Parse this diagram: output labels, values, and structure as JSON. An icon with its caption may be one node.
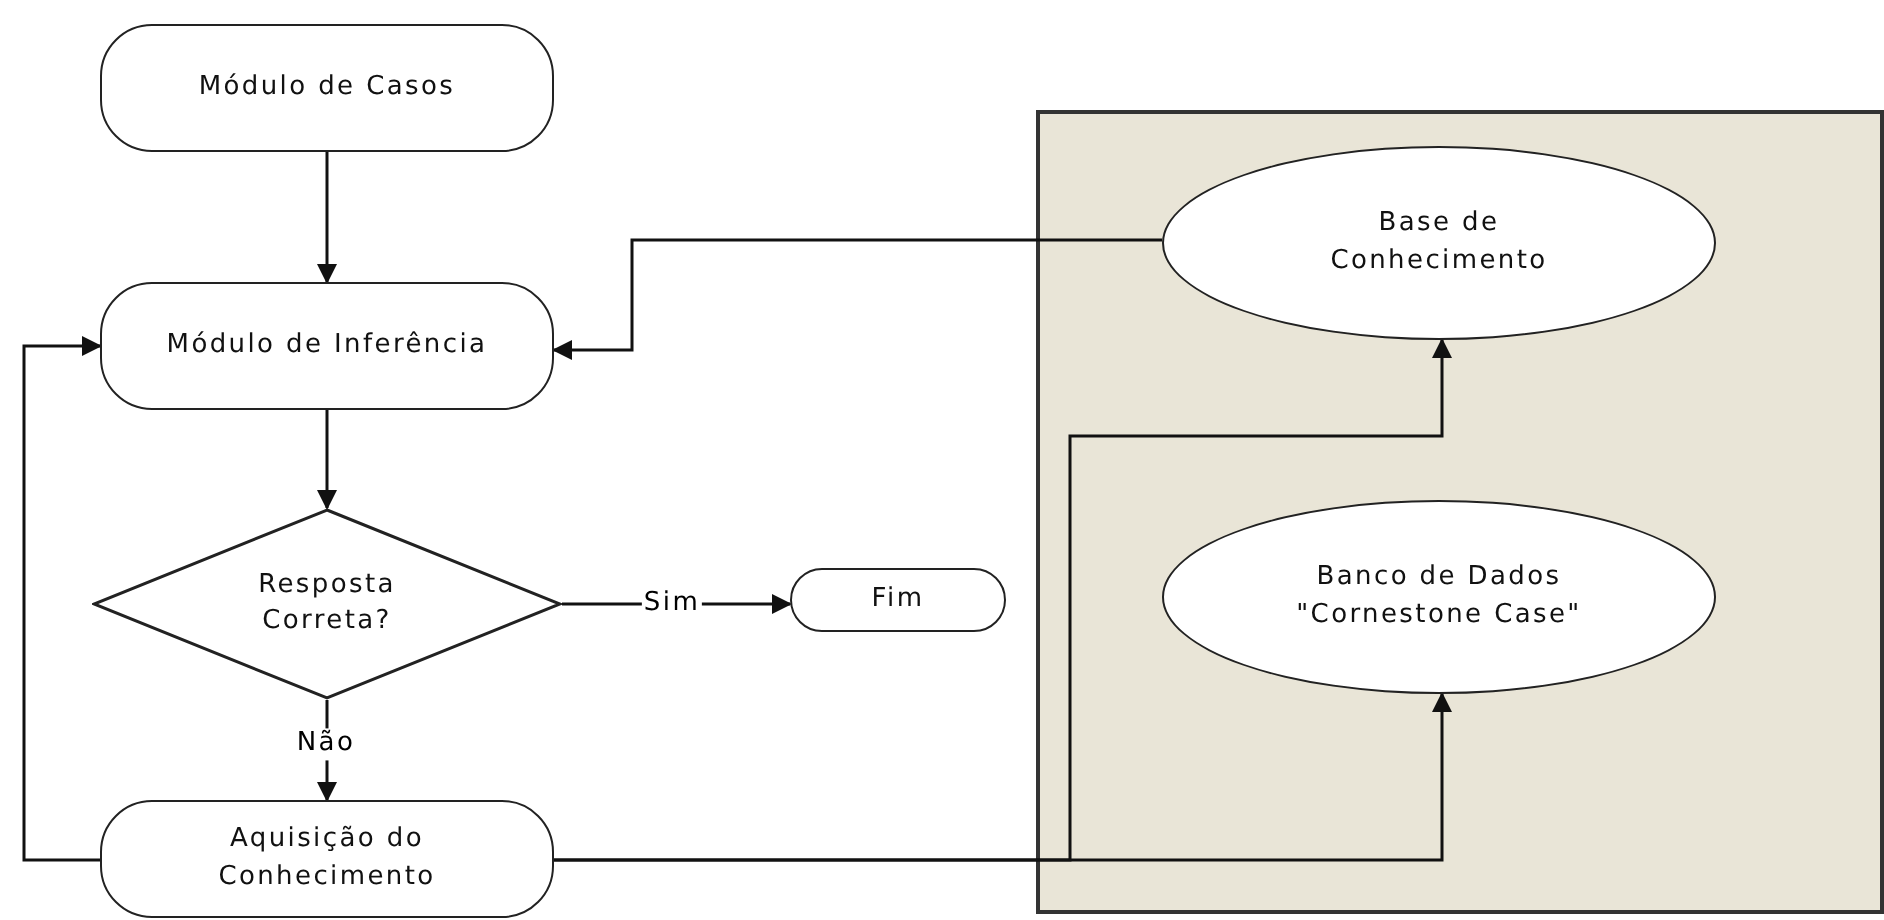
{
  "diagram": {
    "nodes": [
      {
        "text": [
          "Módulo de  Casos"
        ]
      },
      {
        "text": [
          "Módulo de Inferência"
        ]
      },
      {
        "text": [
          "Resposta Correta?"
        ]
      },
      {
        "text": [
          "Fim"
        ]
      },
      {
        "text": [
          "Aquisição do Conhecimento"
        ]
      },
      {
        "text": [],
        "shape": "box"
      },
      {
        "text": [
          "Base de Conhecimento"
        ],
        "in": 5
      },
      {
        "text": [
          "Banco de Dados \"Cornestone Case\""
        ],
        "in": 5
      }
    ],
    "edges": [
      {
        "from": 0,
        "to": 1,
        "arrow": "to"
      },
      {
        "from": 6,
        "to": 1,
        "arrow": "to"
      },
      {
        "from": 1,
        "to": 2,
        "arrow": "to"
      },
      {
        "from": 2,
        "to": 3,
        "arrow": "to",
        "label": "Sim"
      },
      {
        "from": 2,
        "to": 4,
        "arrow": "to",
        "label": "Não"
      },
      {
        "from": 4,
        "to": 1,
        "arrow": "to"
      },
      {
        "from": 4,
        "to": 6,
        "arrow": "to"
      },
      {
        "from": 4,
        "to": 7,
        "arrow": "to"
      }
    ]
  }
}
